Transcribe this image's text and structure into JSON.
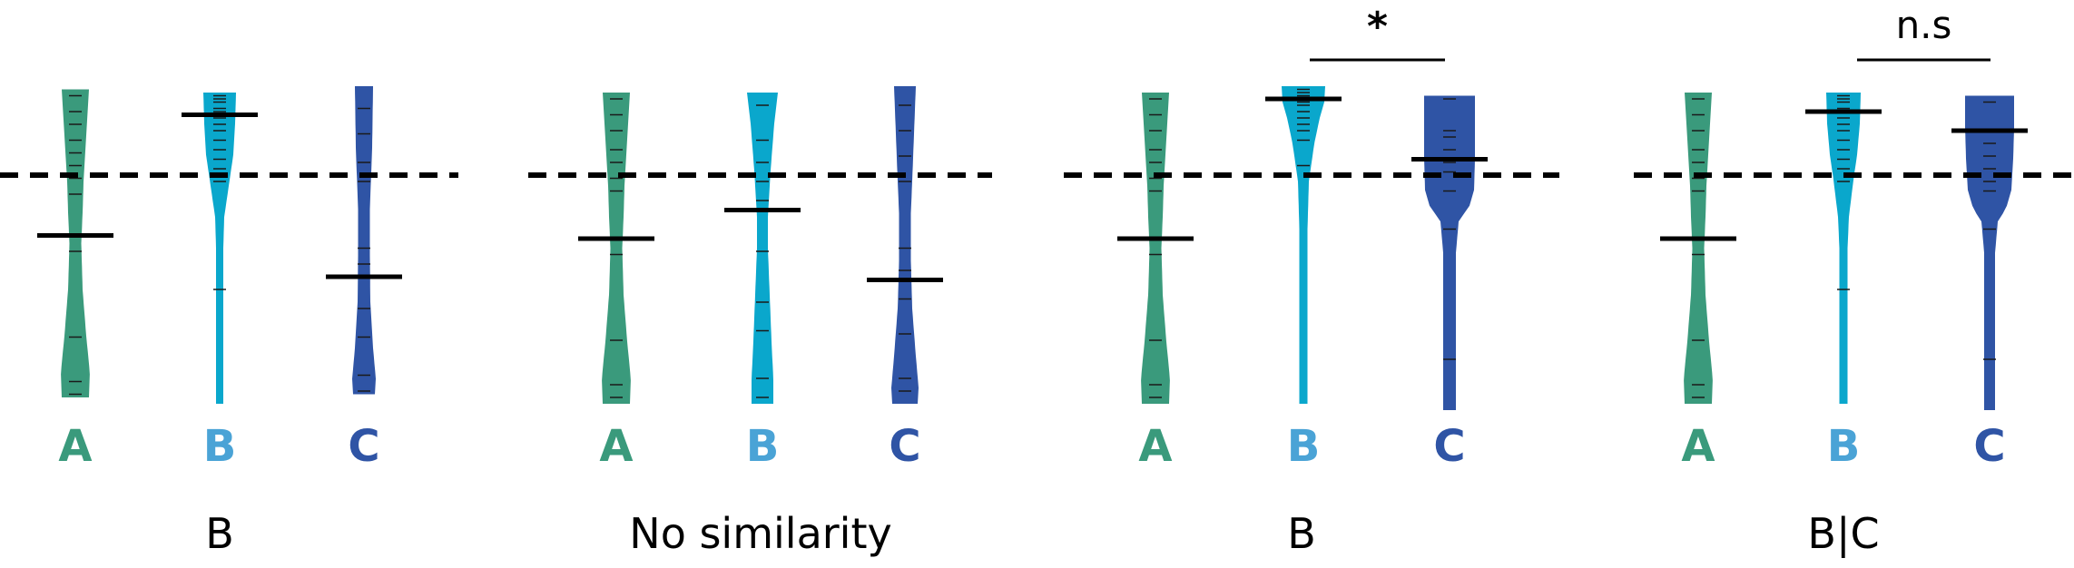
{
  "chart_data": {
    "type": "violin",
    "reference_line": 0.72,
    "y_range": [
      0,
      1
    ],
    "colors": {
      "A": "#3a9a7c",
      "B": "#0aa7cc",
      "C": "#2f54a5"
    },
    "categories": [
      "A",
      "B",
      "C"
    ],
    "panels": [
      {
        "title": "B",
        "significance": "",
        "violins": [
          {
            "category": "A",
            "top": 0.99,
            "bottom": 0.02,
            "mean": 0.53,
            "profile": [
              [
                1,
                30
              ],
              [
                0.85,
                24
              ],
              [
                0.7,
                18
              ],
              [
                0.6,
                16
              ],
              [
                0.5,
                13
              ],
              [
                0.35,
                16
              ],
              [
                0.2,
                24
              ],
              [
                0.08,
                32
              ],
              [
                0,
                30
              ]
            ],
            "ticks": [
              0.97,
              0.92,
              0.88,
              0.83,
              0.79,
              0.75,
              0.71,
              0.66,
              0.48,
              0.21,
              0.07,
              0.03
            ]
          },
          {
            "category": "B",
            "top": 0.98,
            "bottom": 0.0,
            "mean": 0.91,
            "profile": [
              [
                1,
                36
              ],
              [
                0.9,
                34
              ],
              [
                0.8,
                30
              ],
              [
                0.72,
                22
              ],
              [
                0.6,
                10
              ],
              [
                0.5,
                8
              ],
              [
                0,
                8
              ]
            ],
            "ticks": [
              0.97,
              0.96,
              0.95,
              0.93,
              0.92,
              0.9,
              0.88,
              0.86,
              0.83,
              0.8,
              0.77,
              0.74,
              0.7,
              0.36
            ]
          },
          {
            "category": "C",
            "top": 1.0,
            "bottom": 0.03,
            "mean": 0.4,
            "profile": [
              [
                1,
                20
              ],
              [
                0.8,
                18
              ],
              [
                0.6,
                13
              ],
              [
                0.45,
                13
              ],
              [
                0.3,
                14
              ],
              [
                0.15,
                20
              ],
              [
                0.05,
                26
              ],
              [
                0,
                24
              ]
            ],
            "ticks": [
              0.93,
              0.85,
              0.76,
              0.7,
              0.49,
              0.44,
              0.3,
              0.21,
              0.09,
              0.04
            ]
          }
        ]
      },
      {
        "title": "No similarity",
        "significance": "",
        "violins": [
          {
            "category": "A",
            "top": 0.98,
            "bottom": 0.0,
            "mean": 0.52,
            "profile": [
              [
                1,
                30
              ],
              [
                0.85,
                24
              ],
              [
                0.7,
                18
              ],
              [
                0.6,
                16
              ],
              [
                0.5,
                13
              ],
              [
                0.35,
                16
              ],
              [
                0.2,
                24
              ],
              [
                0.08,
                32
              ],
              [
                0,
                30
              ]
            ],
            "ticks": [
              0.96,
              0.91,
              0.86,
              0.8,
              0.76,
              0.71,
              0.67,
              0.47,
              0.2,
              0.06,
              0.02
            ]
          },
          {
            "category": "B",
            "top": 0.98,
            "bottom": 0.0,
            "mean": 0.61,
            "profile": [
              [
                1,
                34
              ],
              [
                0.9,
                26
              ],
              [
                0.75,
                18
              ],
              [
                0.6,
                12
              ],
              [
                0.5,
                12
              ],
              [
                0.35,
                16
              ],
              [
                0.2,
                20
              ],
              [
                0.08,
                24
              ],
              [
                0,
                24
              ]
            ],
            "ticks": [
              0.94,
              0.83,
              0.76,
              0.7,
              0.64,
              0.48,
              0.32,
              0.23,
              0.08,
              0.02
            ]
          },
          {
            "category": "C",
            "top": 1.0,
            "bottom": 0.0,
            "mean": 0.39,
            "profile": [
              [
                1,
                24
              ],
              [
                0.85,
                20
              ],
              [
                0.7,
                16
              ],
              [
                0.6,
                13
              ],
              [
                0.45,
                13
              ],
              [
                0.3,
                16
              ],
              [
                0.15,
                24
              ],
              [
                0.05,
                30
              ],
              [
                0,
                28
              ]
            ],
            "ticks": [
              0.94,
              0.86,
              0.78,
              0.7,
              0.49,
              0.42,
              0.33,
              0.22,
              0.08,
              0.04
            ]
          }
        ]
      },
      {
        "title": "B",
        "significance": "*",
        "violins": [
          {
            "category": "A",
            "top": 0.98,
            "bottom": 0.0,
            "mean": 0.52,
            "profile": [
              [
                1,
                30
              ],
              [
                0.85,
                24
              ],
              [
                0.7,
                18
              ],
              [
                0.6,
                16
              ],
              [
                0.5,
                13
              ],
              [
                0.35,
                16
              ],
              [
                0.2,
                24
              ],
              [
                0.08,
                32
              ],
              [
                0,
                30
              ]
            ],
            "ticks": [
              0.96,
              0.91,
              0.86,
              0.8,
              0.76,
              0.71,
              0.67,
              0.47,
              0.2,
              0.06,
              0.02
            ]
          },
          {
            "category": "B",
            "top": 1.0,
            "bottom": 0.0,
            "mean": 0.96,
            "profile": [
              [
                1,
                48
              ],
              [
                0.95,
                46
              ],
              [
                0.9,
                36
              ],
              [
                0.82,
                24
              ],
              [
                0.7,
                12
              ],
              [
                0.55,
                9
              ],
              [
                0,
                9
              ]
            ],
            "ticks": [
              0.99,
              0.98,
              0.97,
              0.96,
              0.95,
              0.94,
              0.92,
              0.9,
              0.88,
              0.86,
              0.83,
              0.75
            ]
          },
          {
            "category": "C",
            "top": 0.97,
            "bottom": -0.02,
            "mean": 0.77,
            "profile": [
              [
                1,
                56
              ],
              [
                0.9,
                56
              ],
              [
                0.8,
                56
              ],
              [
                0.7,
                54
              ],
              [
                0.65,
                44
              ],
              [
                0.6,
                20
              ],
              [
                0.5,
                14
              ],
              [
                0,
                14
              ]
            ],
            "ticks": [
              0.96,
              0.86,
              0.84,
              0.8,
              0.76,
              0.73,
              0.67,
              0.55,
              0.14
            ]
          }
        ]
      },
      {
        "title": "B|C",
        "significance": "n.s",
        "violins": [
          {
            "category": "A",
            "top": 0.98,
            "bottom": 0.0,
            "mean": 0.52,
            "profile": [
              [
                1,
                30
              ],
              [
                0.85,
                24
              ],
              [
                0.7,
                18
              ],
              [
                0.6,
                16
              ],
              [
                0.5,
                13
              ],
              [
                0.35,
                16
              ],
              [
                0.2,
                24
              ],
              [
                0.08,
                32
              ],
              [
                0,
                30
              ]
            ],
            "ticks": [
              0.96,
              0.91,
              0.86,
              0.8,
              0.76,
              0.71,
              0.67,
              0.47,
              0.2,
              0.06,
              0.02
            ]
          },
          {
            "category": "B",
            "top": 0.98,
            "bottom": 0.0,
            "mean": 0.92,
            "profile": [
              [
                1,
                38
              ],
              [
                0.9,
                36
              ],
              [
                0.8,
                30
              ],
              [
                0.72,
                22
              ],
              [
                0.6,
                12
              ],
              [
                0.5,
                9
              ],
              [
                0,
                9
              ]
            ],
            "ticks": [
              0.97,
              0.96,
              0.95,
              0.93,
              0.92,
              0.9,
              0.88,
              0.86,
              0.83,
              0.8,
              0.77,
              0.74,
              0.7,
              0.36
            ]
          },
          {
            "category": "C",
            "top": 0.97,
            "bottom": -0.02,
            "mean": 0.86,
            "profile": [
              [
                1,
                54
              ],
              [
                0.9,
                54
              ],
              [
                0.8,
                52
              ],
              [
                0.7,
                48
              ],
              [
                0.64,
                36
              ],
              [
                0.6,
                18
              ],
              [
                0.5,
                12
              ],
              [
                0,
                12
              ]
            ],
            "ticks": [
              0.95,
              0.86,
              0.82,
              0.78,
              0.74,
              0.7,
              0.67,
              0.55,
              0.14
            ]
          }
        ]
      }
    ]
  }
}
